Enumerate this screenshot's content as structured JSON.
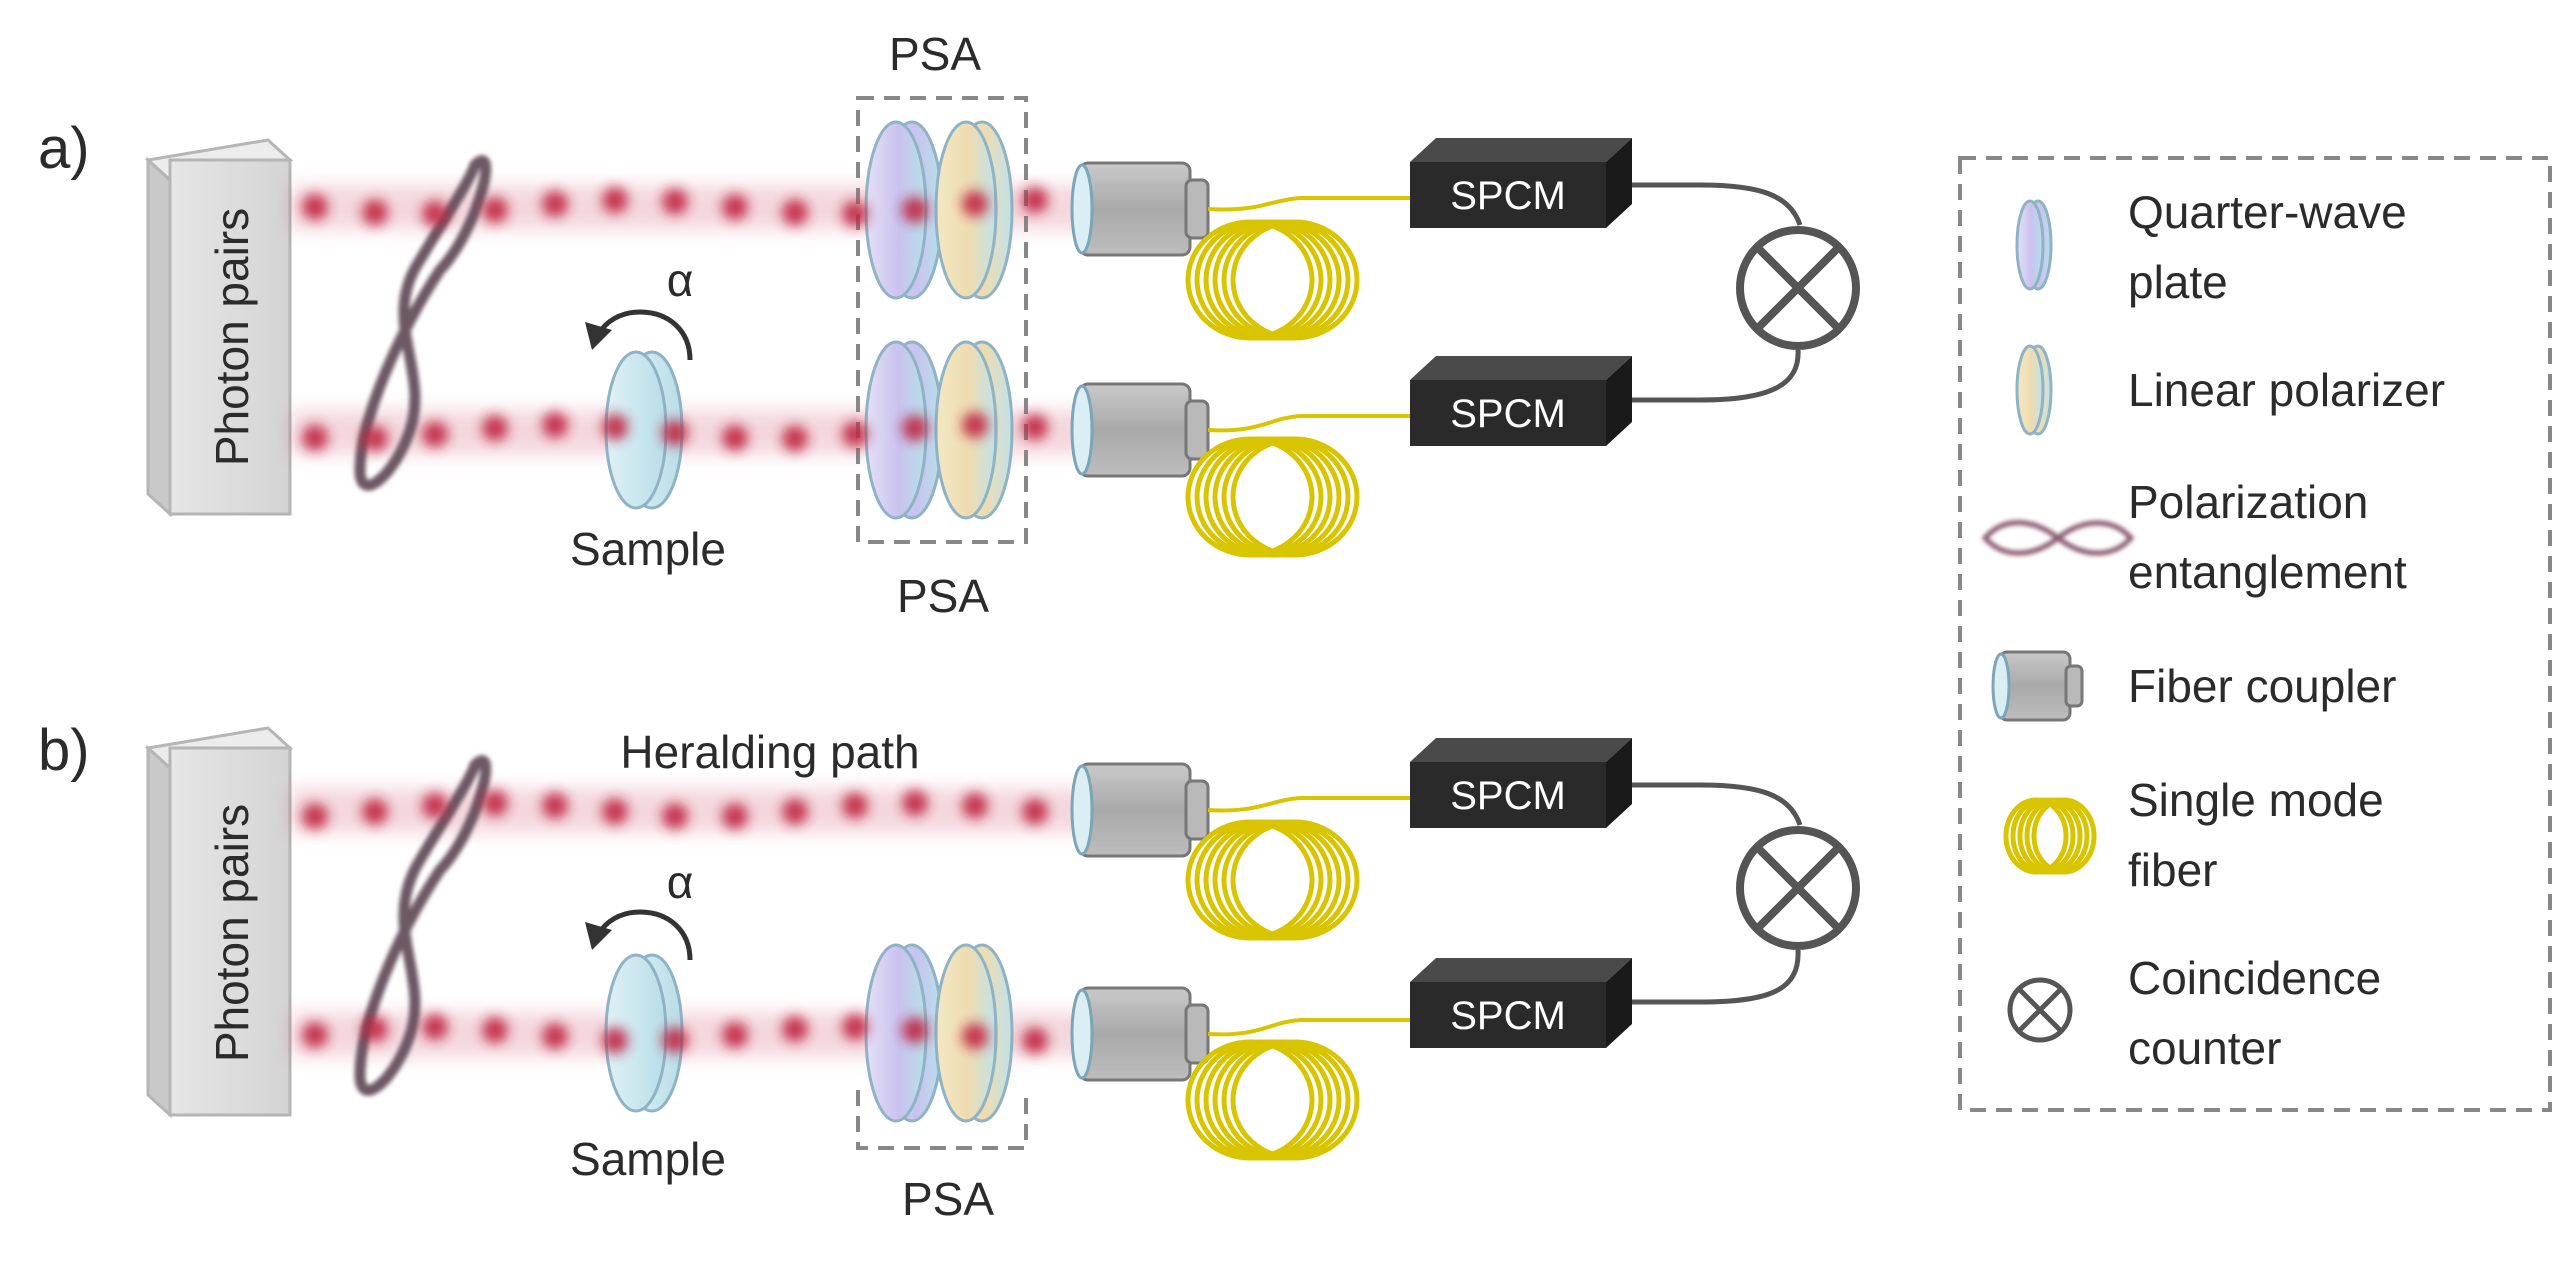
{
  "panels": {
    "a": {
      "label": "a)",
      "source_label": "Photon pairs",
      "sample_label": "Sample",
      "psa_top_label": "PSA",
      "psa_bottom_label": "PSA",
      "angle_label": "α",
      "spcm_top": "SPCM",
      "spcm_bottom": "SPCM"
    },
    "b": {
      "label": "b)",
      "source_label": "Photon pairs",
      "heralding_label": "Heralding path",
      "sample_label": "Sample",
      "psa_label": "PSA",
      "angle_label": "α",
      "spcm_top": "SPCM",
      "spcm_bottom": "SPCM"
    }
  },
  "legend": {
    "quarter_wave_line1": "Quarter-wave",
    "quarter_wave_line2": "plate",
    "linear_polarizer": "Linear polarizer",
    "polarization_line1": "Polarization",
    "polarization_line2": "entanglement",
    "fiber_coupler": "Fiber coupler",
    "single_mode_line1": "Single mode",
    "single_mode_line2": "fiber",
    "coincidence_line1": "Coincidence",
    "coincidence_line2": "counter"
  },
  "colors": {
    "beam": "#c0223f",
    "fiber": "#d9c400",
    "spcm": "#2a2a2a",
    "qwp": "#c9c2ee",
    "polarizer": "#eedcb0",
    "plate_edge": "#8fb3c4",
    "coupler": "#a7a7a7",
    "box": "#dcdcdc"
  },
  "icons": [
    "photon-source-box",
    "entanglement-loop-icon",
    "quarter-wave-plate-icon",
    "linear-polarizer-icon",
    "fiber-coupler-icon",
    "fiber-coil-icon",
    "spcm-detector-icon",
    "coincidence-counter-icon",
    "rotation-arrow-icon"
  ]
}
